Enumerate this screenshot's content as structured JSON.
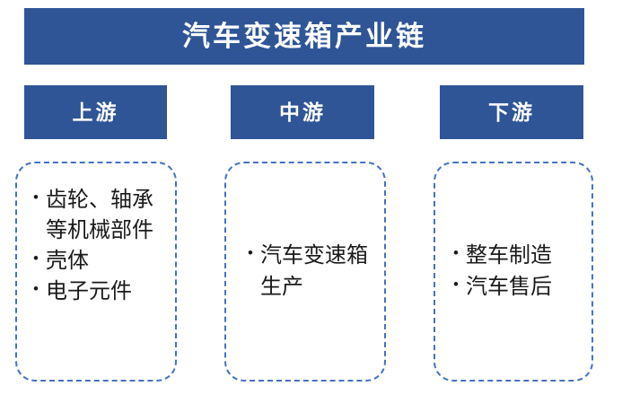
{
  "diagram": {
    "title": "汽车变速箱产业链",
    "colors": {
      "banner_blue": "#2F5597",
      "dashed_border_blue": "#4472C4",
      "banner_text": "#FFFFFF",
      "body_text": "#1A1A1A",
      "background": "#FFFFFF"
    },
    "bullet_glyph": "•",
    "stages": [
      {
        "header": "上游",
        "items": [
          "齿轮、轴承等机械部件",
          "壳体",
          "电子元件"
        ]
      },
      {
        "header": "中游",
        "items": [
          "汽车变速箱生产"
        ]
      },
      {
        "header": "下游",
        "items": [
          "整车制造",
          "汽车售后"
        ]
      }
    ]
  }
}
